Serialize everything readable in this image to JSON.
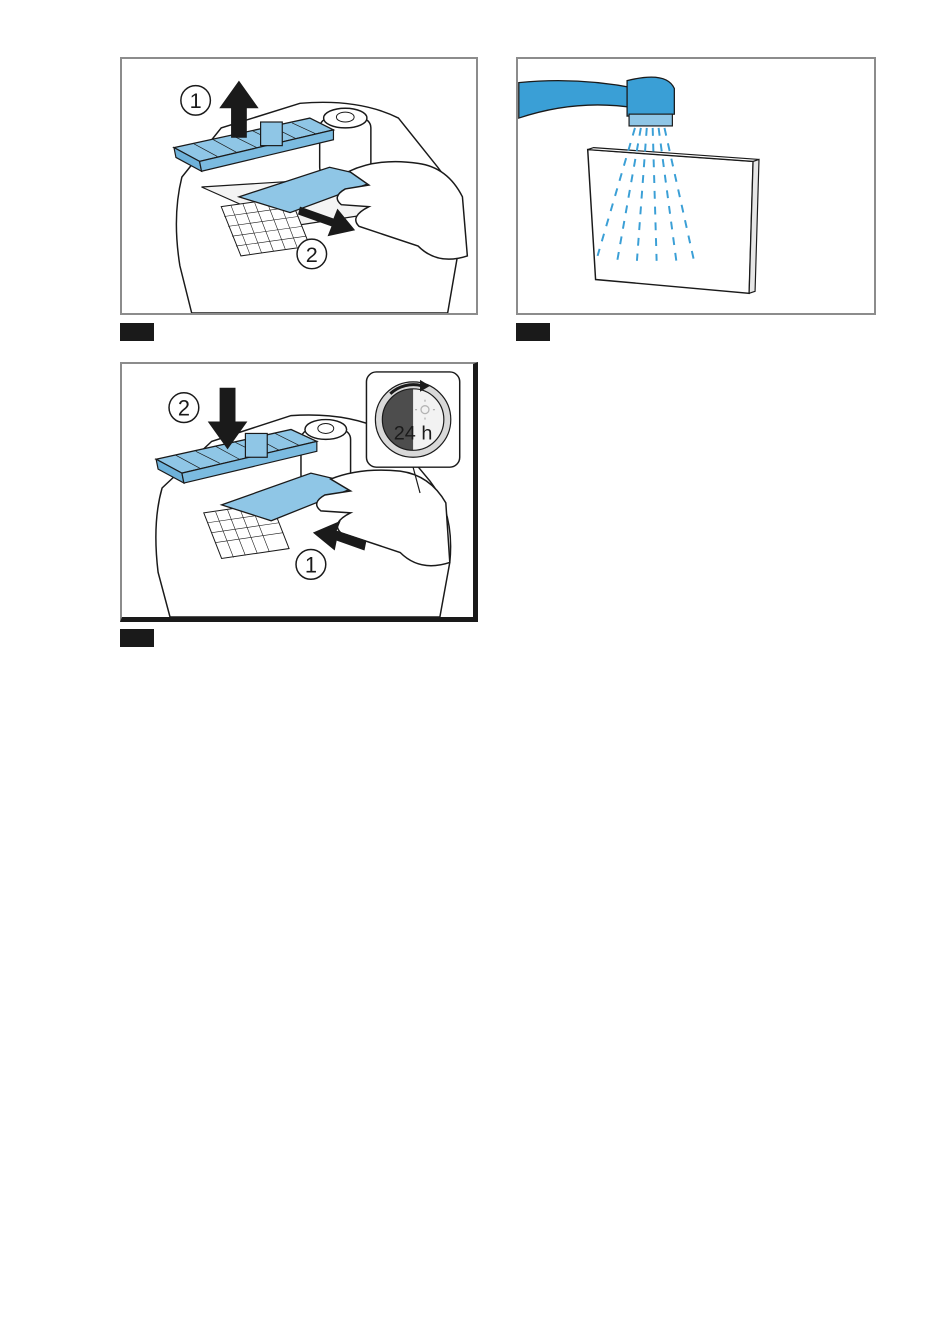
{
  "figures": [
    {
      "id": "fig-remove-filter",
      "steps": [
        "1",
        "2"
      ]
    },
    {
      "id": "fig-rinse-filter",
      "steps": []
    },
    {
      "id": "fig-reinsert-filter",
      "steps": [
        "2",
        "1"
      ],
      "dry_time_label": "24 h"
    }
  ],
  "colors": {
    "filter_blue": "#8fc6e6",
    "tap_blue": "#3a9fd6",
    "water_blue": "#3a9fd6",
    "outline": "#1a1a1a",
    "frame_gray": "#8c8c8c"
  },
  "icons": [
    "arrow-up-icon",
    "arrow-right-icon",
    "arrow-down-icon",
    "tap-icon",
    "moon-icon",
    "sun-icon",
    "clock-24h-icon"
  ]
}
